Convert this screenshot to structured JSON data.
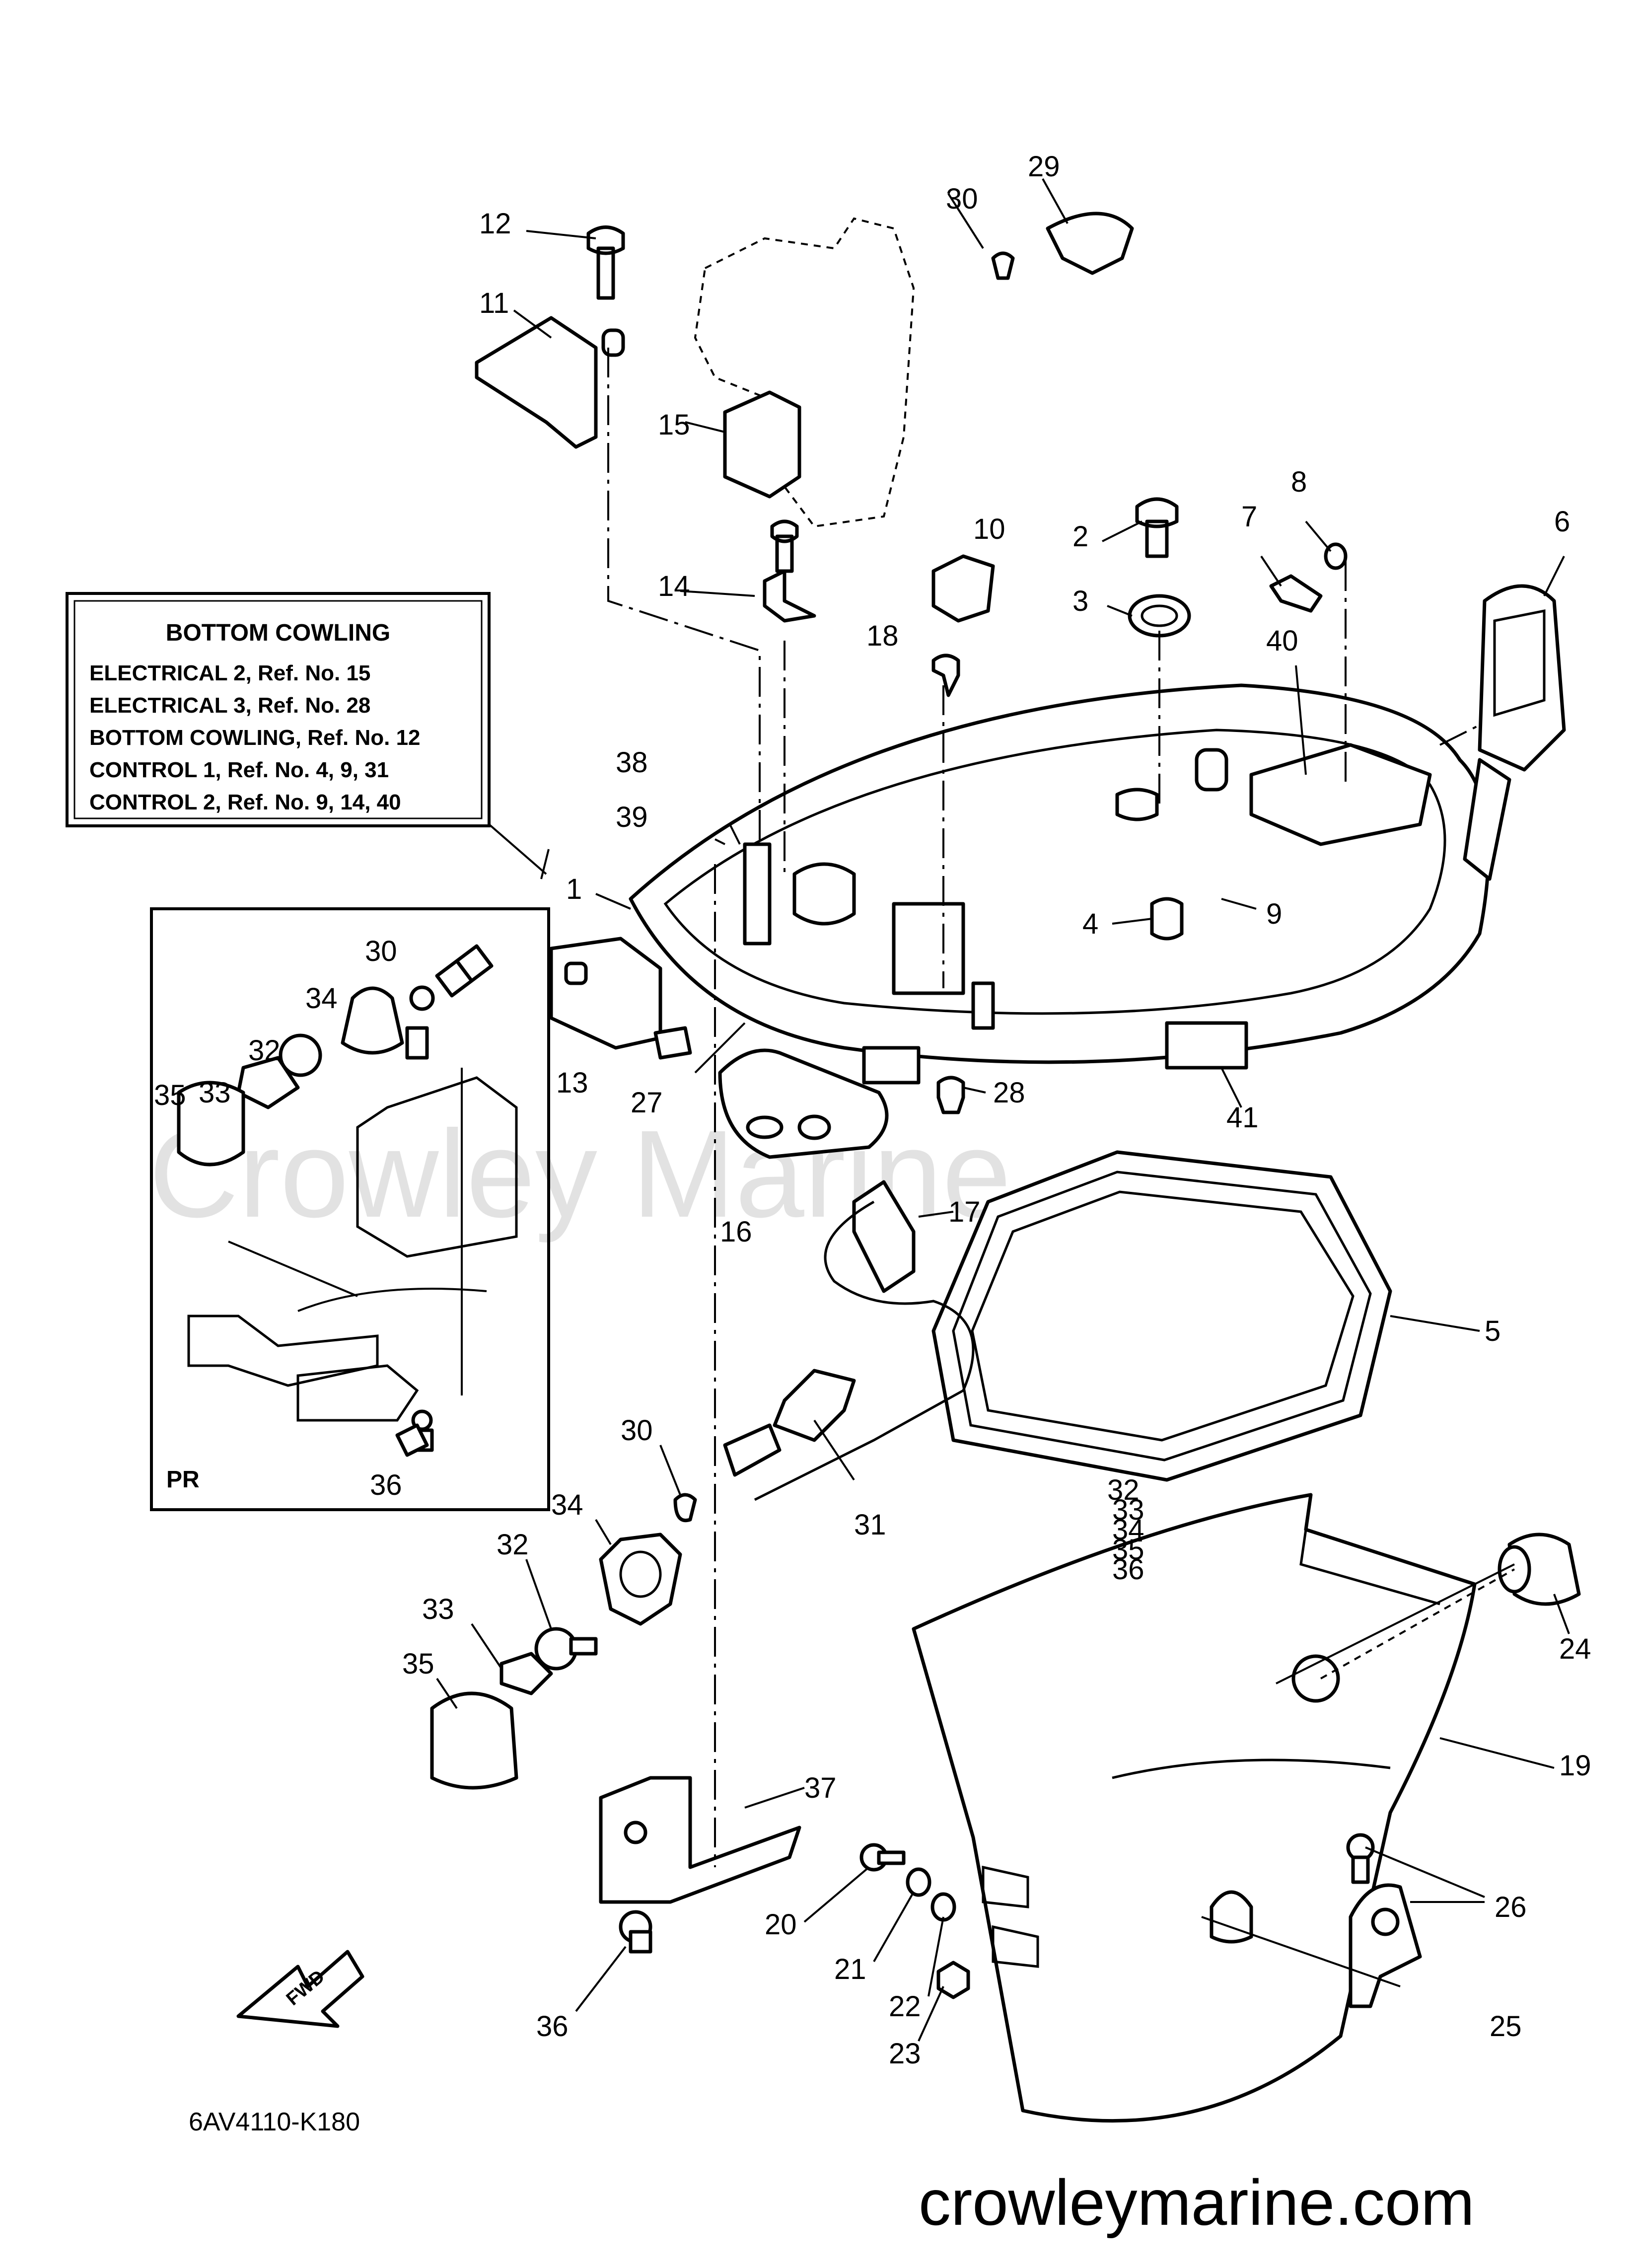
{
  "diagram_code": "6AV4110-K180",
  "footer_url": "crowleymarine.com",
  "watermark": "Crowley Marine",
  "fwd_arrow_label": "FWD",
  "inset_label": "PR",
  "reference_box": {
    "title": "BOTTOM COWLING",
    "rows": [
      "ELECTRICAL 2,  Ref. No. 15",
      "ELECTRICAL 3,  Ref. No. 28",
      "BOTTOM COWLING,  Ref. No. 12",
      "CONTROL 1,  Ref. No. 4, 9, 31",
      "CONTROL 2,  Ref. No. 9, 14, 40"
    ]
  },
  "callouts": [
    "1",
    "2",
    "3",
    "4",
    "5",
    "6",
    "7",
    "8",
    "9",
    "10",
    "11",
    "12",
    "13",
    "14",
    "15",
    "16",
    "17",
    "18",
    "19",
    "20",
    "21",
    "22",
    "23",
    "24",
    "25",
    "26",
    "27",
    "28",
    "29",
    "30",
    "31",
    "32",
    "33",
    "34",
    "35",
    "36",
    "37",
    "38",
    "39",
    "40",
    "41",
    "30",
    "32",
    "33",
    "34",
    "35",
    "36"
  ]
}
